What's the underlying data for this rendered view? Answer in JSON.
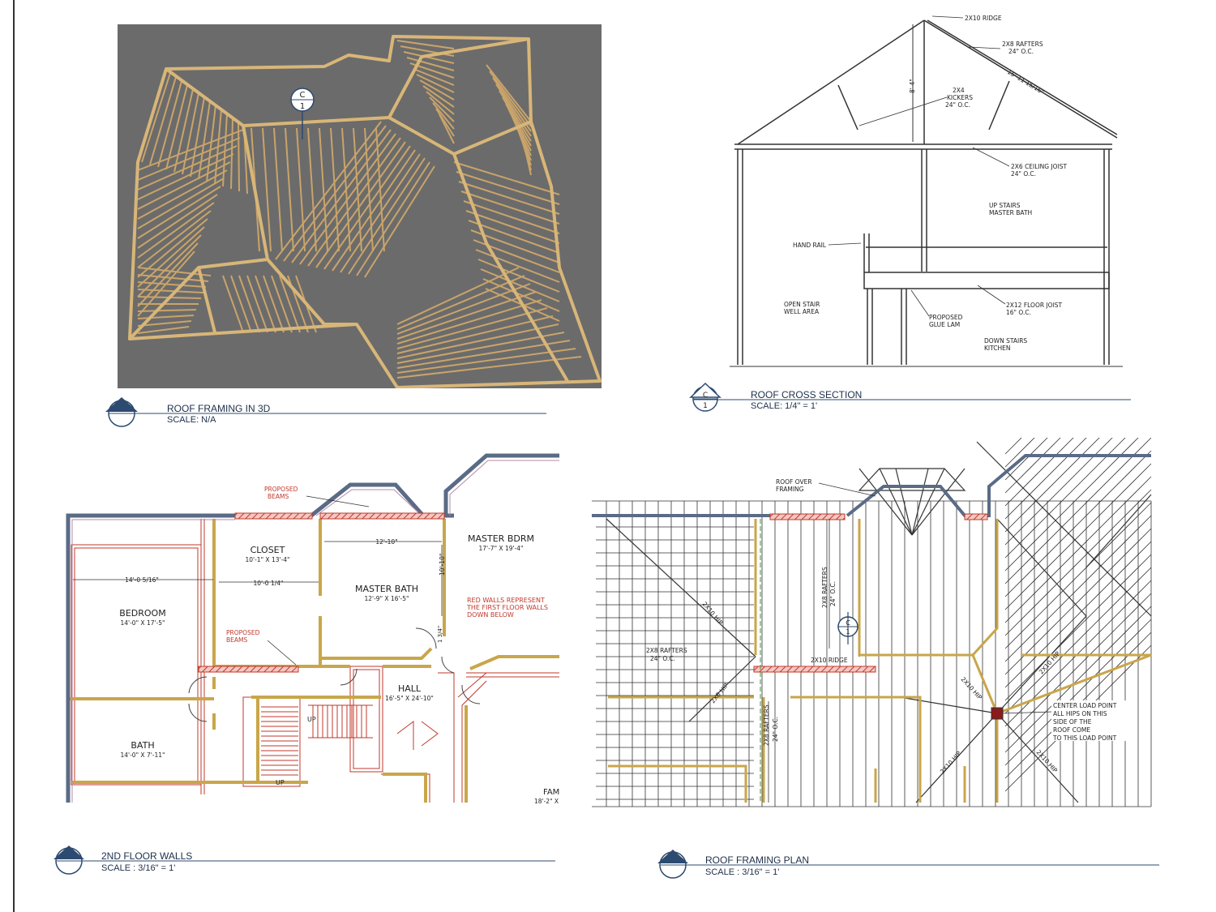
{
  "colors": {
    "accent_blue": "#2d4a70",
    "red_walls": "#c0392b",
    "render_bg": "#6b6b6b",
    "framing_tan": "#c9a46a",
    "wall_gold": "#c9a64a"
  },
  "icons": [
    "section-marker-icon",
    "view-marker-icon"
  ],
  "views": {
    "roof_3d": {
      "title": "ROOF FRAMING IN 3D",
      "scale": "SCALE: N/A",
      "marker_top": "C",
      "marker_bottom": "1"
    },
    "cross_section": {
      "title": "ROOF CROSS SECTION",
      "scale": "SCALE: 1/4\" = 1'",
      "marker_top": "C",
      "marker_bottom": "1",
      "labels": {
        "ridge": "2X10 RIDGE",
        "rafters_1": "2X8 RAFTERS",
        "rafters_2": "24\" O.C.",
        "rafter_len": "15'-11 15/16\"",
        "height": "8'-4\"",
        "kickers_1": "2X4",
        "kickers_2": "KICKERS",
        "kickers_3": "24\" O.C.",
        "ceiling_1": "2X6 CEILING JOIST",
        "ceiling_2": "24\" O.C.",
        "up_1": "UP STAIRS",
        "up_2": "MASTER BATH",
        "hand_rail": "HAND RAIL",
        "open_1": "OPEN STAIR",
        "open_2": "WELL AREA",
        "glue_1": "PROPOSED",
        "glue_2": "GLUE LAM",
        "floor_1": "2X12 FLOOR JOIST",
        "floor_2": "16\" O.C.",
        "down_1": "DOWN STAIRS",
        "down_2": "KITCHEN"
      }
    },
    "floor_walls": {
      "title": "2ND FLOOR WALLS",
      "scale": "SCALE : 3/16\" = 1'",
      "labels": {
        "beams_top_1": "PROPOSED",
        "beams_top_2": "BEAMS",
        "closet": "CLOSET",
        "closet_dim": "10'-1\" X 13'-4\"",
        "dim_12_10": "12'-10\"",
        "master_bdrm": "MASTER BDRM",
        "master_bdrm_dim": "17'-7\" X 19'-4\"",
        "dim_14_0": "14'-0 5/16\"",
        "dim_10_0": "10'-0 1/4\"",
        "master_bath": "MASTER BATH",
        "master_bath_dim": "12'-9\" X 16'-5\"",
        "dim_10_10": "10'-10\"",
        "red_note_1": "RED WALLS REPRESENT",
        "red_note_2": "THE FIRST FLOOR WALLS",
        "red_note_3": "DOWN BELOW",
        "bedroom": "BEDROOM",
        "bedroom_dim": "14'-0\" X 17'-5\"",
        "beams_mid_1": "PROPOSED",
        "beams_mid_2": "BEAMS",
        "dim_1_3_4": "1 3/4\"",
        "hall": "HALL",
        "hall_dim": "16'-5\" X 24'-10\"",
        "up_1": "UP",
        "up_2": "UP",
        "bath": "BATH",
        "bath_dim": "14'-0\" X 7'-11\"",
        "fam": "FAM",
        "fam_dim": "18'-2\" X"
      }
    },
    "framing_plan": {
      "title": "ROOF FRAMING PLAN",
      "scale": "SCALE : 3/16\" = 1'",
      "marker_top": "C",
      "marker_bottom": "1",
      "labels": {
        "roof_over_1": "ROOF OVER",
        "roof_over_2": "FRAMING",
        "hip_1": "2X10 HIP",
        "rafters_v1": "2X8 RAFTERS",
        "rafters_v2": "24\" O.C.",
        "rafters_h1": "2X8 RAFTERS",
        "rafters_h2": "24\" O.C.",
        "ridge": "2X10 RIDGE",
        "hip_2": "2X6 HIP",
        "hip_3": "2X10 HIP",
        "hip_4": "2X10 HIP",
        "rafters_v3": "2X8 RAFTERS",
        "rafters_v4": "24\" O.C.",
        "hip_5": "2X10 HIP",
        "hip_6": "2X10 HIP",
        "center_1": "CENTER LOAD POINT",
        "center_2": "ALL HIPS ON THIS",
        "center_3": "SIDE OF THE",
        "center_4": "ROOF COME",
        "center_5": "TO THIS LOAD POINT"
      }
    }
  }
}
